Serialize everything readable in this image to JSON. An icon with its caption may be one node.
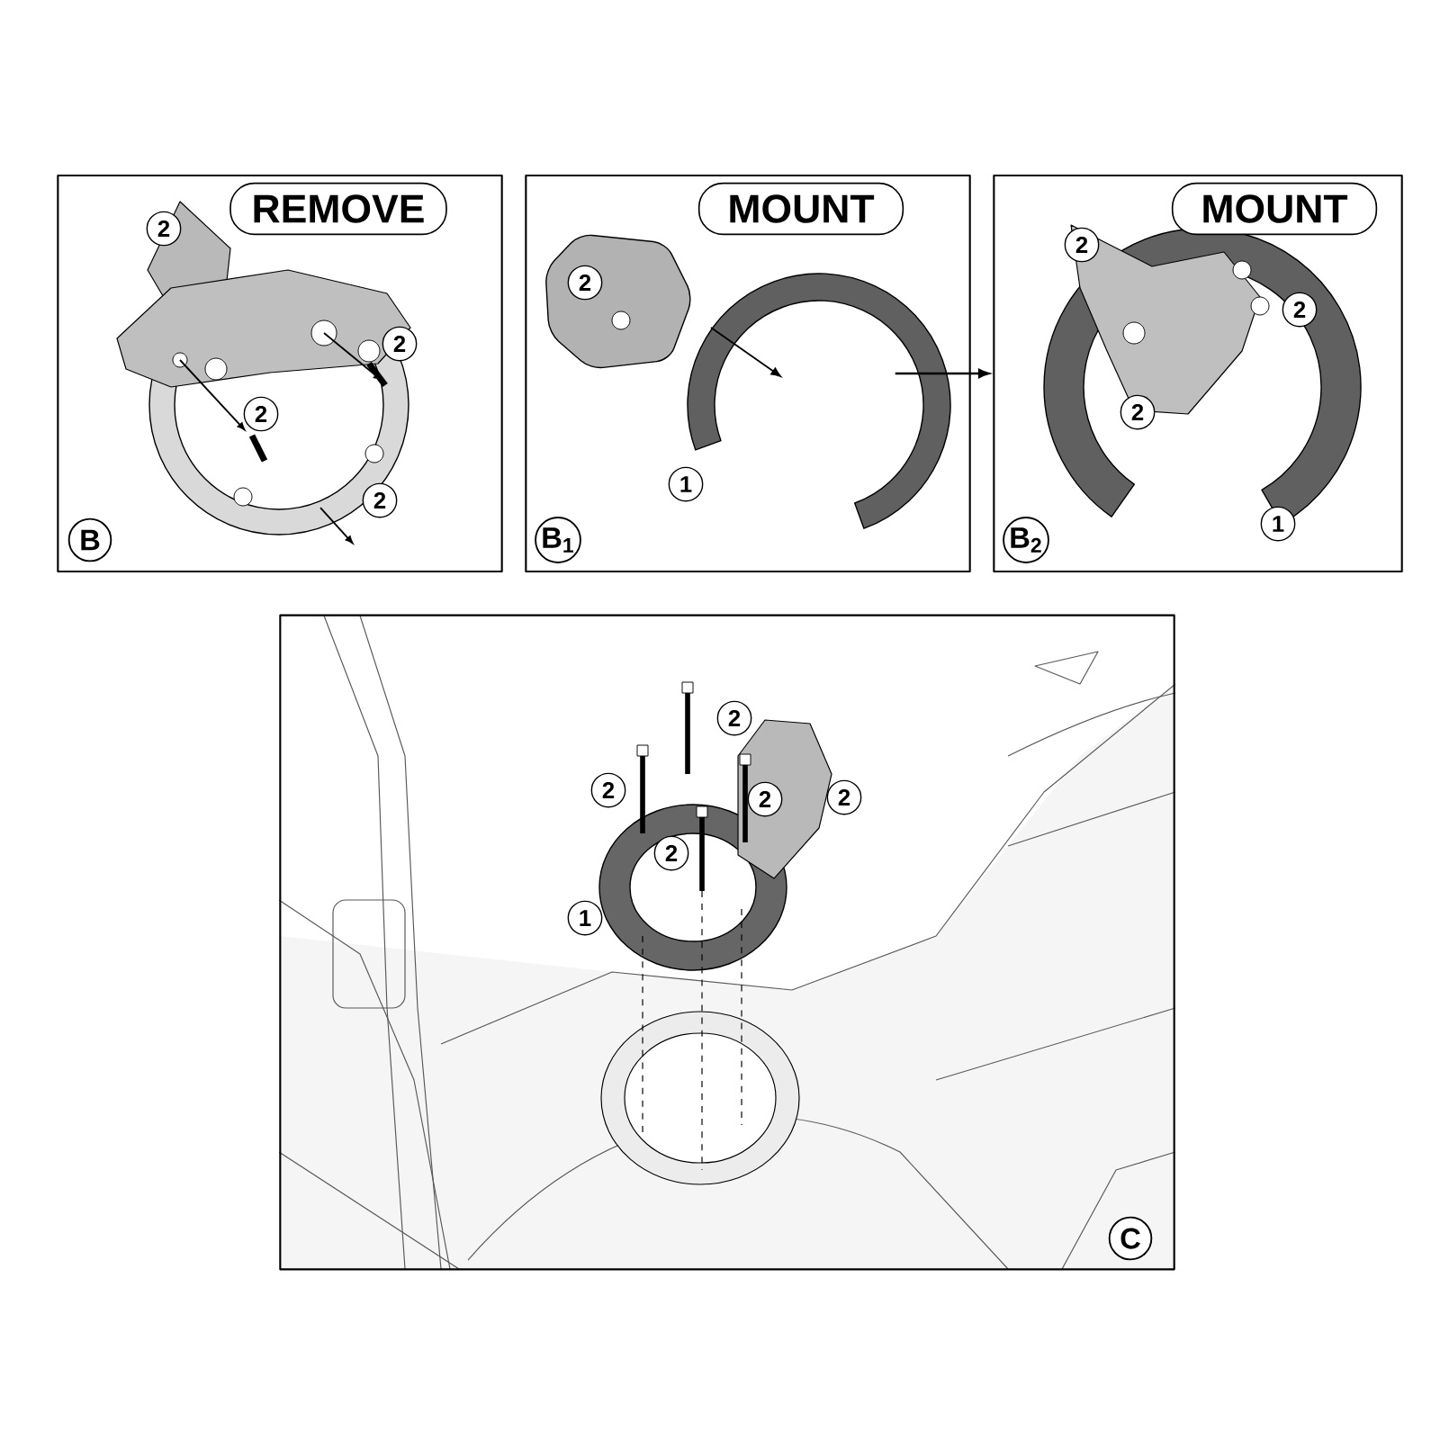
{
  "diagram": {
    "nodes": [
      {
        "text": [
          "REMOVE",
          "B"
        ]
      },
      {
        "text": [
          "MOUNT",
          "B$_{1}$"
        ]
      },
      {
        "text": [
          "MOUNT",
          "B$_{2}$"
        ]
      },
      {
        "text": [
          "C"
        ]
      }
    ],
    "edges": [
      {
        "from": 1,
        "to": 2,
        "arrow": "to"
      }
    ],
    "labels": [
      "2",
      "2",
      "2",
      "2",
      "2",
      "1",
      "2",
      "2",
      "2",
      "1",
      "2",
      "2",
      "2",
      "2",
      "2",
      "1"
    ]
  }
}
